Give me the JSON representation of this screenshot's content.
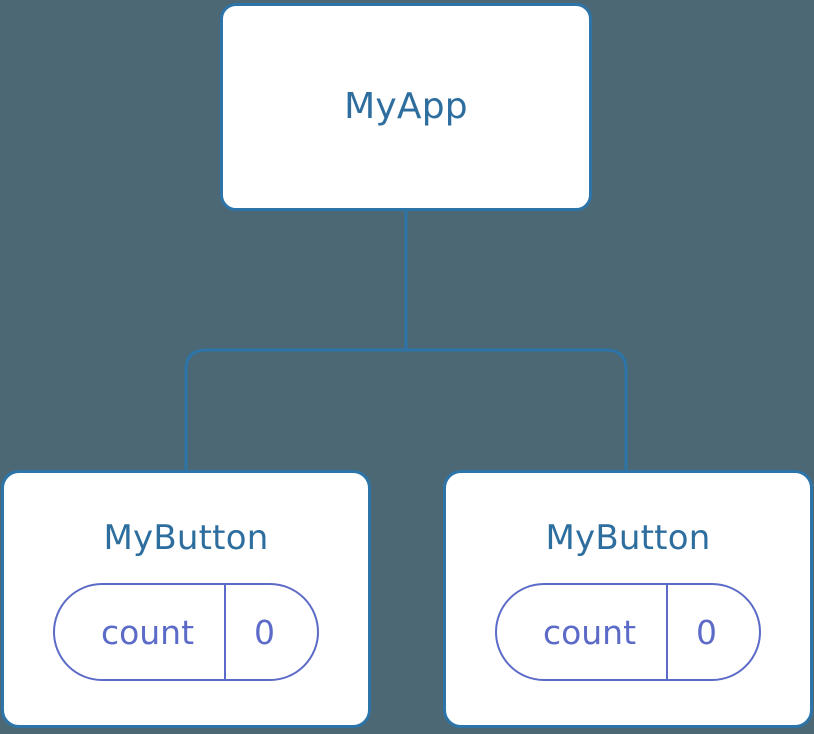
{
  "diagram": {
    "type": "component-tree",
    "background_color": "#4c6874",
    "node_border_color": "#2d74a8",
    "node_fill_color": "#ffffff",
    "node_title_color": "#2d6e9e",
    "state_pill_color": "#5c6bc7",
    "connector_color": "#2d74a8"
  },
  "root": {
    "title": "MyApp"
  },
  "children": [
    {
      "title": "MyButton",
      "state": {
        "key": "count",
        "value": "0"
      }
    },
    {
      "title": "MyButton",
      "state": {
        "key": "count",
        "value": "0"
      }
    }
  ]
}
